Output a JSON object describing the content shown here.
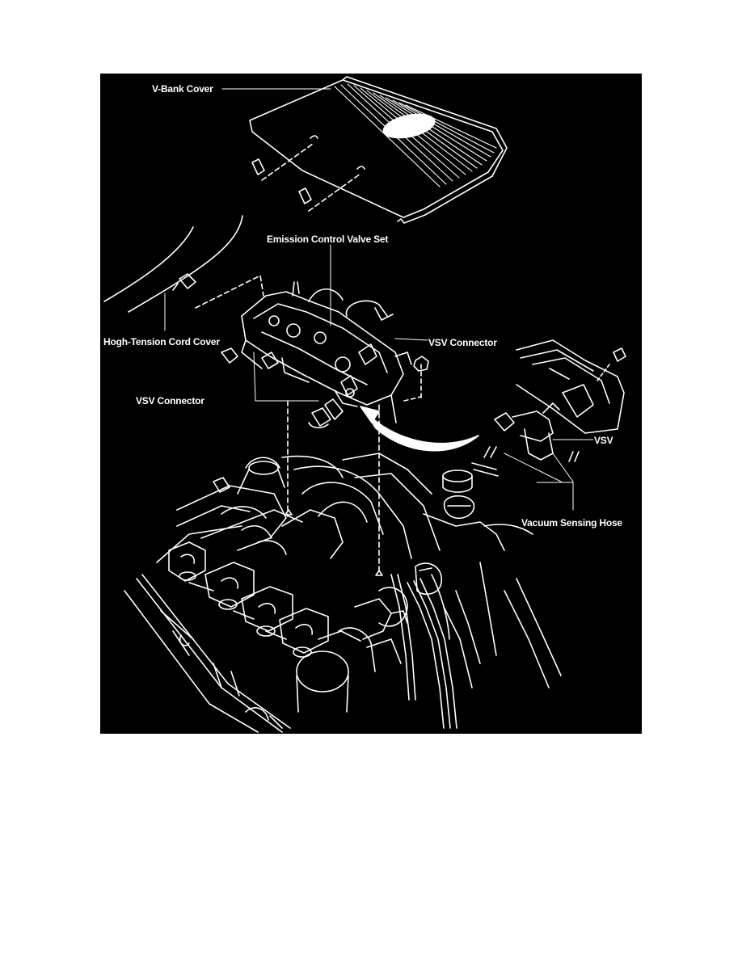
{
  "figure": {
    "colors": {
      "background": "#000000",
      "ink": "#ffffff"
    },
    "labels": {
      "v_bank_cover": "V-Bank Cover",
      "emission_control_valve_set": "Emission Control Valve Set",
      "high_tension_cord_cover": "Hogh-Tension Cord Cover",
      "vsv_connector_right": "VSV Connector",
      "vsv_connector_left": "VSV Connector",
      "vsv": "VSV",
      "vacuum_sensing_hose": "Vacuum Sensing Hose"
    }
  }
}
